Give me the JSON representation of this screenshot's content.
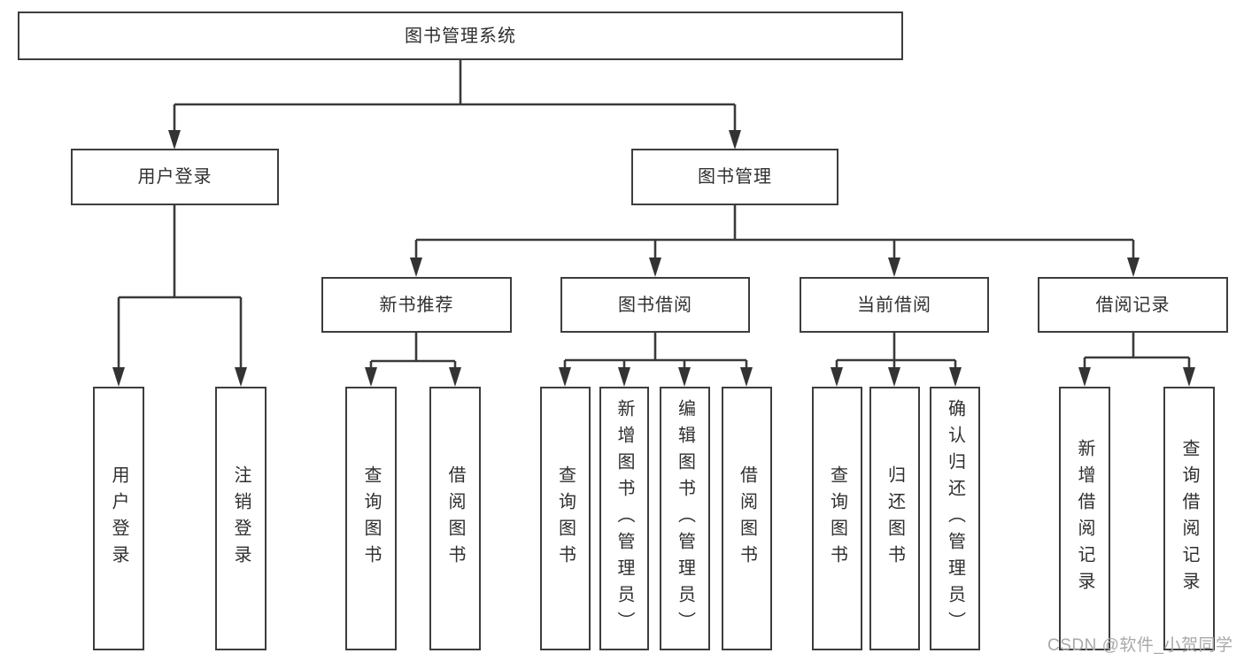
{
  "colors": {
    "line": "#3a3a3a",
    "box_border": "#3d3d3d",
    "text": "#2f2f2f",
    "background": "#ffffff",
    "watermark": "#a9a9a9"
  },
  "tree": {
    "root": "图书管理系统",
    "branches": [
      {
        "label": "用户登录",
        "children": [
          "用户登录",
          "注销登录"
        ]
      },
      {
        "label": "图书管理",
        "groups": [
          {
            "label": "新书推荐",
            "children": [
              "查询图书",
              "借阅图书"
            ]
          },
          {
            "label": "图书借阅",
            "children": [
              "查询图书",
              "新增图书（管理员）",
              "编辑图书（管理员）",
              "借阅图书"
            ]
          },
          {
            "label": "当前借阅",
            "children": [
              "查询图书",
              "归还图书",
              "确认归还（管理员）"
            ]
          },
          {
            "label": "借阅记录",
            "children": [
              "新增借阅记录",
              "查询借阅记录"
            ]
          }
        ]
      }
    ]
  },
  "watermark": {
    "text": "CSDN @软件_小贺同学"
  }
}
